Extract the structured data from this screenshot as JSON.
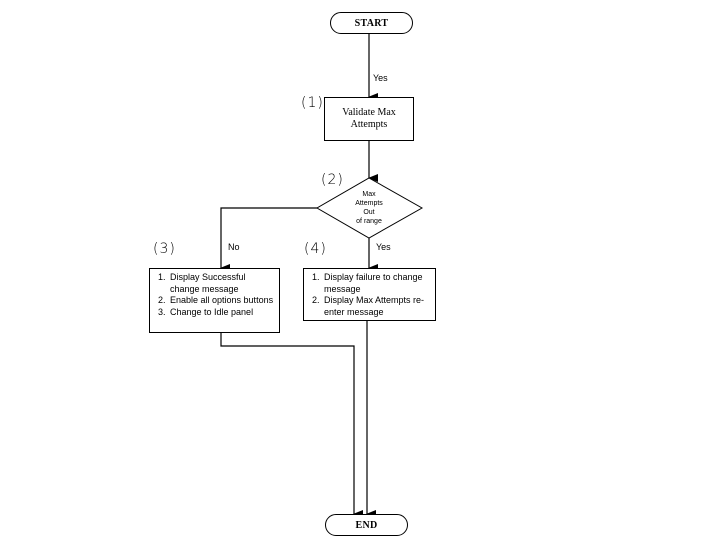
{
  "flowchart": {
    "start": {
      "label": "START"
    },
    "end": {
      "label": "END"
    },
    "nodes": [
      {
        "step": "(1)",
        "type": "process",
        "text": [
          "Validate Max",
          "Attempts"
        ]
      },
      {
        "step": "(2)",
        "type": "decision",
        "text": [
          "Max",
          "Attempts",
          "Out",
          "of range"
        ]
      },
      {
        "step": "(3)",
        "type": "process",
        "items": [
          "Display Successful change message",
          "Enable all options buttons",
          "Change to Idle panel"
        ]
      },
      {
        "step": "(4)",
        "type": "process",
        "items": [
          "Display failure to change message",
          "Display Max Attempts re-enter message"
        ]
      }
    ],
    "edge_labels": {
      "start_to_1": "Yes",
      "decision_no": "No",
      "decision_yes": "Yes"
    }
  }
}
